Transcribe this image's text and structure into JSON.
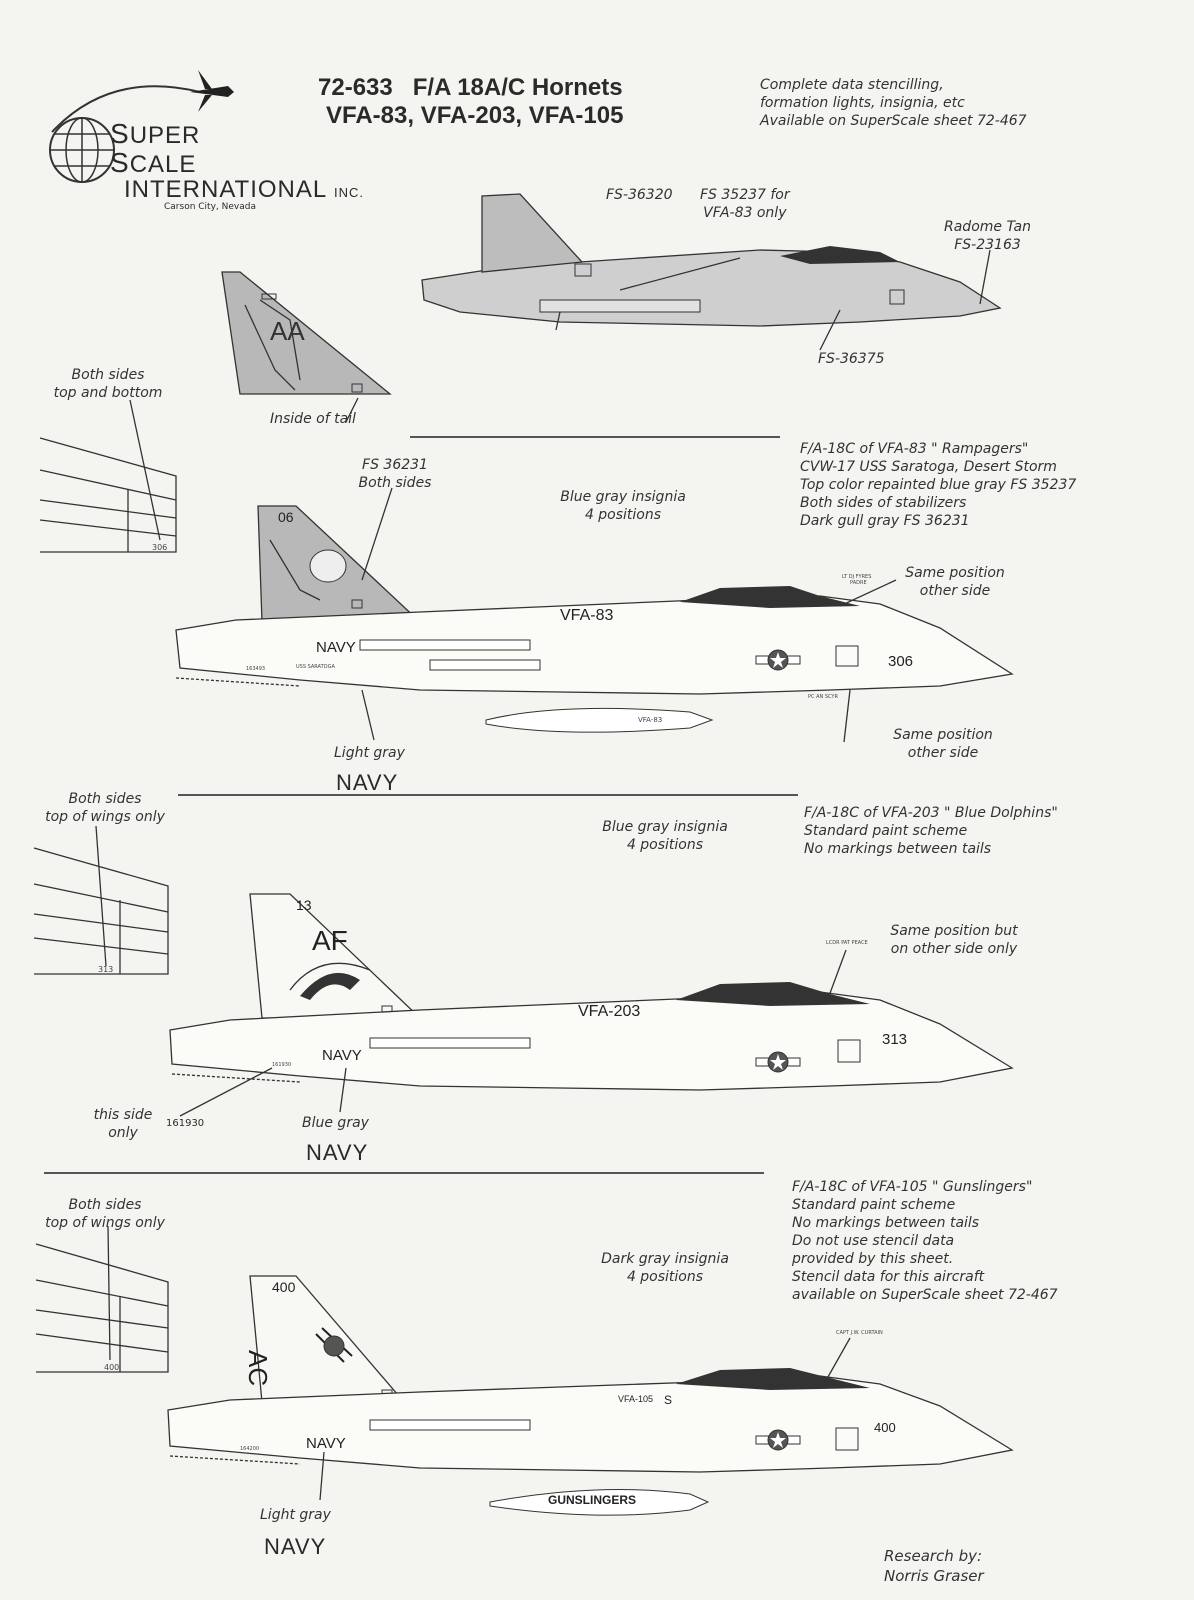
{
  "logo": {
    "line1": "UPER",
    "line1_letter": "S",
    "line2": "CALE",
    "line2_letter": "S",
    "line3": "INTERNATIONAL",
    "suffix": "INC.",
    "location": "Carson City, Nevada"
  },
  "header": {
    "number": "72-633",
    "title": "F/A 18A/C Hornets",
    "subtitle": "VFA-83, VFA-203, VFA-105"
  },
  "top_note": [
    "Complete data stencilling,",
    "formation lights, insignia, etc",
    "Available on SuperScale sheet 72-467"
  ],
  "top_aircraft": {
    "fs1": "FS-36320",
    "fs2": [
      "FS 35237 for",
      "VFA-83 only"
    ],
    "radome": [
      "Radome Tan",
      "FS-23163"
    ],
    "fs3": "FS-36375",
    "inside_tail": "Inside of tail",
    "tail_code": "AA"
  },
  "sec1": {
    "wing_note": [
      "Both sides",
      "top and bottom"
    ],
    "wing_number": "306",
    "fs_note": [
      "FS 36231",
      "Both sides"
    ],
    "insignia": [
      "Blue gray insignia",
      "4 positions"
    ],
    "desc": [
      "F/A-18C of VFA-83 \" Rampagers\"",
      "CVW-17 USS Saratoga, Desert Storm",
      "Top color repainted blue gray FS 35237",
      "Both sides of stabilizers",
      "Dark gull gray FS 36231"
    ],
    "same1": [
      "Same position",
      "other side"
    ],
    "same2": [
      "Same position",
      "other side"
    ],
    "tail_num": "06",
    "squadron": "VFA-83",
    "nose_num": "306",
    "navy": "NAVY",
    "serial": "163493",
    "ship": "USS SARATOGA",
    "tank": "VFA-83",
    "pilot": "LT DJ FYRES",
    "pilot2": "PADRE",
    "nose_small": "PC AN SCYR",
    "light": "Light gray",
    "navy_label": "NAVY"
  },
  "sec2": {
    "wing_note": [
      "Both sides",
      "top of wings only"
    ],
    "wing_number": "313",
    "insignia": [
      "Blue gray insignia",
      "4 positions"
    ],
    "desc": [
      "F/A-18C of VFA-203 \" Blue Dolphins\"",
      "Standard paint scheme",
      "No markings between tails"
    ],
    "same": [
      "Same position but",
      "on other side only"
    ],
    "tail_num": "13",
    "tail_code": "AF",
    "squadron": "VFA-203",
    "nose_num": "313",
    "navy": "NAVY",
    "serial": "161930",
    "this_side": [
      "this side",
      "only"
    ],
    "serial_label": "161930",
    "blue": "Blue gray",
    "navy_label": "NAVY",
    "pilot": "LCDR PAT PEACE"
  },
  "sec3": {
    "wing_note": [
      "Both sides",
      "top of wings only"
    ],
    "wing_number": "400",
    "insignia": [
      "Dark gray insignia",
      "4 positions"
    ],
    "desc": [
      "F/A-18C of VFA-105 \" Gunslingers\"",
      "Standard paint scheme",
      "No markings between tails",
      "Do not use stencil data",
      "provided by this sheet.",
      "Stencil data for this aircraft",
      "available on SuperScale sheet 72-467"
    ],
    "tail_num": "400",
    "tail_code": "AC",
    "squadron": "VFA-105",
    "squadron_mark": "S",
    "nose_num": "400",
    "navy": "NAVY",
    "serial": "164200",
    "tank": "GUNSLINGERS",
    "pilot": "CAPT J.W. CURTAIN",
    "light": "Light gray",
    "navy_label": "NAVY"
  },
  "credit": {
    "label": "Research by:",
    "name": "Norris Graser"
  }
}
